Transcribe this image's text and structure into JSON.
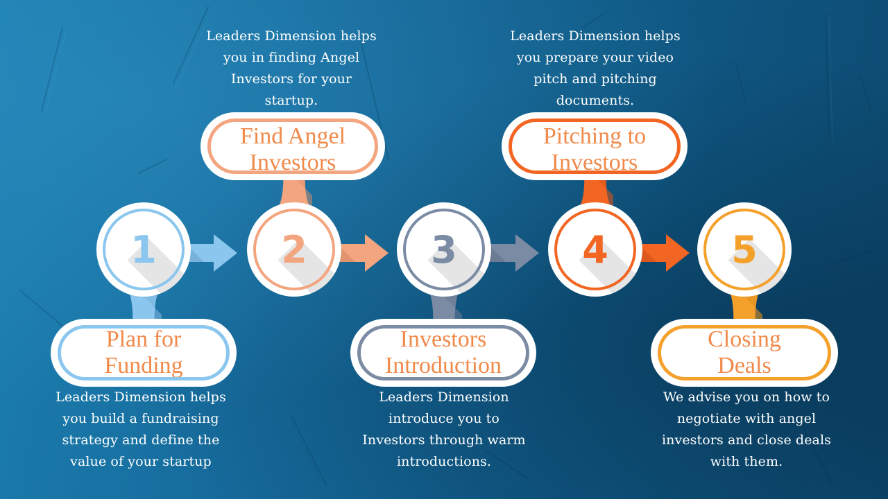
{
  "diagram": {
    "type": "process-flow",
    "title_color": "#f08a4b",
    "background": {
      "left": "#1c7fb0",
      "right": "#0d4a70"
    },
    "steps": [
      {
        "number": "1",
        "title_line1": "Plan for",
        "title_line2": "Funding",
        "color": "#8ac6ee",
        "description_lines": [
          "Leaders Dimension helps",
          "you build a fundraising",
          "strategy and define the",
          "value of your startup"
        ],
        "label_position": "below"
      },
      {
        "number": "2",
        "title_line1": "Find Angel",
        "title_line2": "Investors",
        "color": "#f3a57f",
        "description_lines": [
          "Leaders Dimension helps",
          "you in finding Angel",
          "Investors for your",
          "startup."
        ],
        "label_position": "above"
      },
      {
        "number": "3",
        "title_line1": "Investors",
        "title_line2": "Introduction",
        "color": "#7a8ba3",
        "description_lines": [
          "Leaders Dimension",
          "introduce you to",
          "Investors through warm",
          "introductions."
        ],
        "label_position": "below"
      },
      {
        "number": "4",
        "title_line1": "Pitching to",
        "title_line2": "Investors",
        "color": "#f26522",
        "description_lines": [
          "Leaders Dimension helps",
          "you prepare your video",
          "pitch and pitching",
          "documents."
        ],
        "label_position": "above"
      },
      {
        "number": "5",
        "title_line1": "Closing",
        "title_line2": "Deals",
        "color": "#f4a12c",
        "description_lines": [
          "We advise you on how to",
          "negotiate with angel",
          "investors and close deals",
          "with them."
        ],
        "label_position": "below"
      }
    ],
    "arrows": [
      {
        "from": "1",
        "to": "2",
        "color": "#8ac6ee"
      },
      {
        "from": "2",
        "to": "3",
        "color": "#f3a57f"
      },
      {
        "from": "3",
        "to": "4",
        "color": "#7a8ba3"
      },
      {
        "from": "4",
        "to": "5",
        "color": "#f26522"
      }
    ]
  }
}
